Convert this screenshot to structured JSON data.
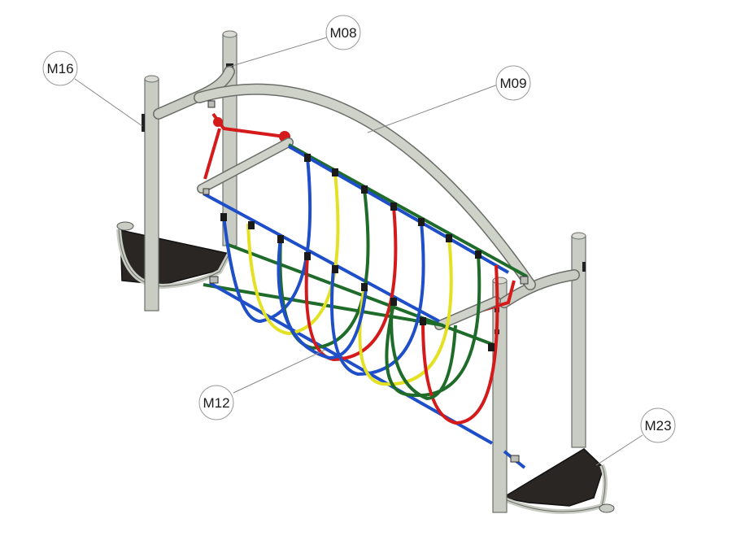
{
  "callouts": [
    {
      "id": "m08",
      "text": "M08"
    },
    {
      "id": "m16",
      "text": "M16"
    },
    {
      "id": "m09",
      "text": "M09"
    },
    {
      "id": "m12",
      "text": "M12"
    },
    {
      "id": "m23",
      "text": "M23"
    }
  ],
  "colors": {
    "metal": "#c9ccc3",
    "metal_dark": "#8c8f88",
    "platform": "#2a2623",
    "rope_blue": "#1e4fc8",
    "rope_yellow": "#e4e022",
    "rope_green": "#1f6b2a",
    "rope_red": "#d41a1a"
  }
}
